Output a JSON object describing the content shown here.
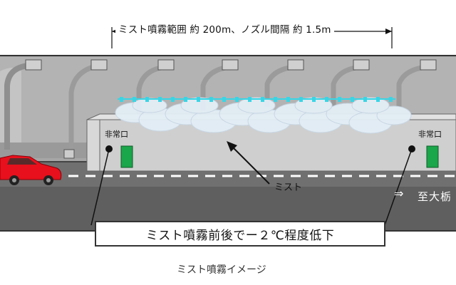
{
  "range_label": "ミスト噴霧範囲 約 200m、ノズル間隔 約 1.5m",
  "mist_label": "ミスト",
  "exit_left_label": "非常口",
  "exit_right_label": "非常口",
  "direction_arrow": "⇒",
  "direction_label": "至大栃",
  "callout_text": "ミスト噴霧前後でー２℃程度低下",
  "caption": "ミスト噴霧イメージ",
  "colors": {
    "tunnel_gray": "#a9a9a9",
    "road_dark": "#6b6b6b",
    "car_red": "#e8101c",
    "exit_green": "#1aa64a",
    "mist_cyan": "#37d6e6"
  }
}
